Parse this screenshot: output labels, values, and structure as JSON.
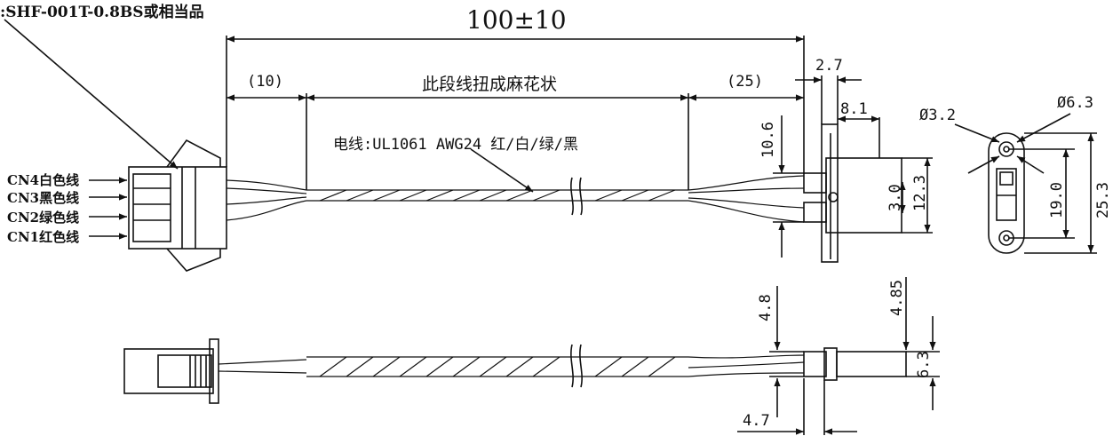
{
  "header": {
    "part_note": ":SHF-001T-0.8BS或相当品"
  },
  "dimensions": {
    "overall_length": "100±10",
    "left_straight": "(10)",
    "right_straight": "(25)",
    "twist_note": "此段线扭成麻花状",
    "flange_thickness": "2.7",
    "housing_length": "8.1",
    "flange_height": "10.6",
    "pin_spacing": "3.0",
    "housing_width": "12.3",
    "hole_small": "Ø3.2",
    "hole_large": "Ø6.3",
    "hole_spacing": "19.0",
    "total_height": "25.3",
    "side_dim_a": "4.8",
    "side_dim_b": "4.85",
    "side_dim_c": "6.3",
    "side_dim_d": "4.7"
  },
  "wire_spec": "电线:UL1061  AWG24  红/白/绿/黑",
  "connector_labels": [
    "CN4白色线",
    "CN3黑色线",
    "CN2绿色线",
    "CN1红色线"
  ],
  "colors": {
    "ink": "#111111",
    "paper": "#ffffff"
  }
}
